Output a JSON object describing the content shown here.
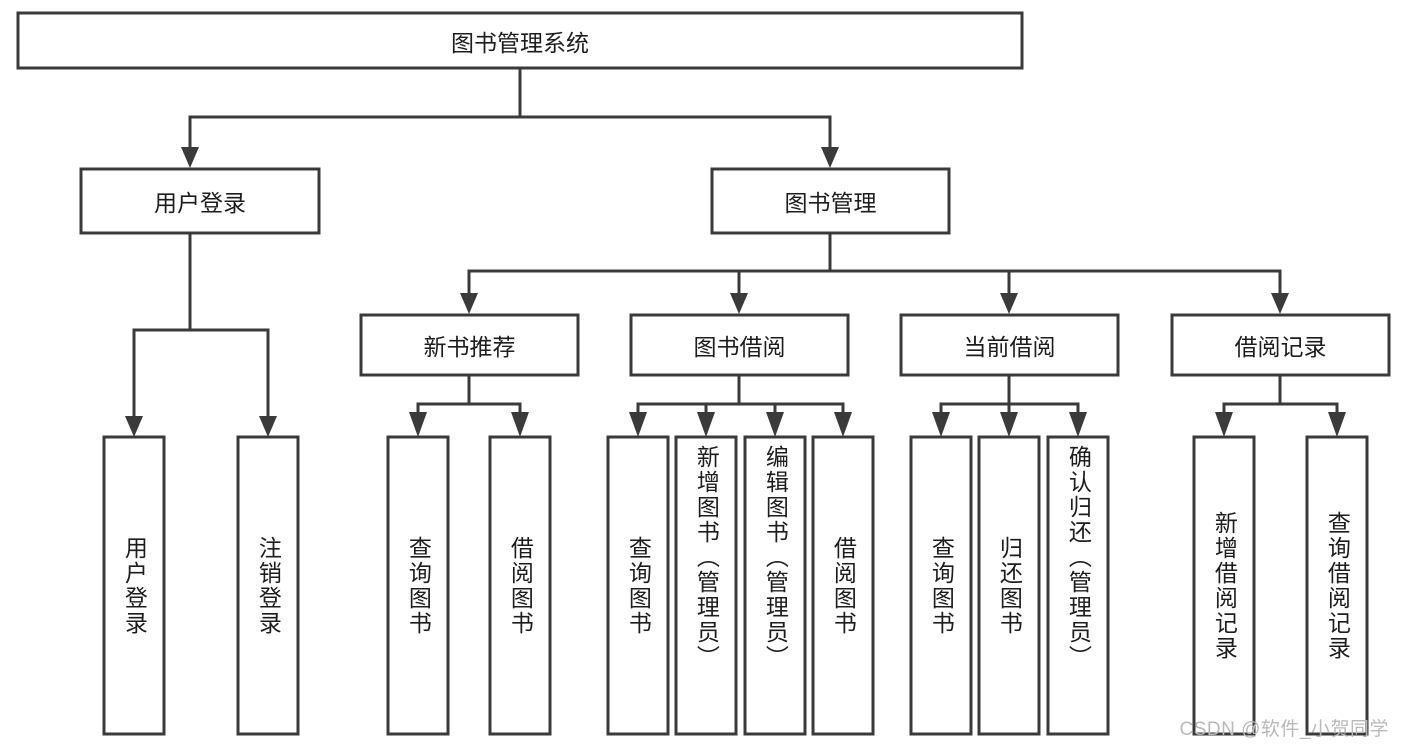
{
  "chart_data": {
    "type": "diagram",
    "diagram_kind": "hierarchy-tree",
    "title": "图书管理系统",
    "orientation": "top-down",
    "levels": 4,
    "colors": {
      "box_fill": "#ffffff",
      "box_stroke": "#3a3a3a",
      "connector": "#3a3a3a",
      "text": "#1d1d1d",
      "watermark": "#b9b9b9",
      "background": "#ffffff"
    },
    "nodes": [
      {
        "id": "root",
        "label": "图书管理系统",
        "level": 0,
        "parent": null,
        "text_orientation": "horizontal"
      },
      {
        "id": "n-login",
        "label": "用户登录",
        "level": 1,
        "parent": "root",
        "text_orientation": "horizontal"
      },
      {
        "id": "n-bookmgmt",
        "label": "图书管理",
        "level": 1,
        "parent": "root",
        "text_orientation": "horizontal"
      },
      {
        "id": "n-newbook",
        "label": "新书推荐",
        "level": 2,
        "parent": "n-bookmgmt",
        "text_orientation": "horizontal"
      },
      {
        "id": "n-borrow",
        "label": "图书借阅",
        "level": 2,
        "parent": "n-bookmgmt",
        "text_orientation": "horizontal"
      },
      {
        "id": "n-current",
        "label": "当前借阅",
        "level": 2,
        "parent": "n-bookmgmt",
        "text_orientation": "horizontal"
      },
      {
        "id": "n-records",
        "label": "借阅记录",
        "level": 2,
        "parent": "n-bookmgmt",
        "text_orientation": "horizontal"
      },
      {
        "id": "l-user-login",
        "label": "用户登录",
        "level": 3,
        "parent": "n-login",
        "text_orientation": "vertical"
      },
      {
        "id": "l-user-logout",
        "label": "注销登录",
        "level": 3,
        "parent": "n-login",
        "text_orientation": "vertical"
      },
      {
        "id": "l-new-query",
        "label": "查询图书",
        "level": 3,
        "parent": "n-newbook",
        "text_orientation": "vertical"
      },
      {
        "id": "l-new-borrow",
        "label": "借阅图书",
        "level": 3,
        "parent": "n-newbook",
        "text_orientation": "vertical"
      },
      {
        "id": "l-bor-query",
        "label": "查询图书",
        "level": 3,
        "parent": "n-borrow",
        "text_orientation": "vertical"
      },
      {
        "id": "l-bor-add",
        "label": "新增图书（管理员）",
        "level": 3,
        "parent": "n-borrow",
        "text_orientation": "vertical"
      },
      {
        "id": "l-bor-edit",
        "label": "编辑图书（管理员）",
        "level": 3,
        "parent": "n-borrow",
        "text_orientation": "vertical"
      },
      {
        "id": "l-bor-borrow",
        "label": "借阅图书",
        "level": 3,
        "parent": "n-borrow",
        "text_orientation": "vertical"
      },
      {
        "id": "l-cur-query",
        "label": "查询图书",
        "level": 3,
        "parent": "n-current",
        "text_orientation": "vertical"
      },
      {
        "id": "l-cur-return",
        "label": "归还图书",
        "level": 3,
        "parent": "n-current",
        "text_orientation": "vertical"
      },
      {
        "id": "l-cur-confirm",
        "label": "确认归还（管理员）",
        "level": 3,
        "parent": "n-current",
        "text_orientation": "vertical"
      },
      {
        "id": "l-rec-add",
        "label": "新增借阅记录",
        "level": 3,
        "parent": "n-records",
        "text_orientation": "vertical"
      },
      {
        "id": "l-rec-query",
        "label": "查询借阅记录",
        "level": 3,
        "parent": "n-records",
        "text_orientation": "vertical"
      }
    ],
    "edges": [
      {
        "from": "root",
        "to": "n-login"
      },
      {
        "from": "root",
        "to": "n-bookmgmt"
      },
      {
        "from": "n-bookmgmt",
        "to": "n-newbook"
      },
      {
        "from": "n-bookmgmt",
        "to": "n-borrow"
      },
      {
        "from": "n-bookmgmt",
        "to": "n-current"
      },
      {
        "from": "n-bookmgmt",
        "to": "n-records"
      },
      {
        "from": "n-login",
        "to": "l-user-login"
      },
      {
        "from": "n-login",
        "to": "l-user-logout"
      },
      {
        "from": "n-newbook",
        "to": "l-new-query"
      },
      {
        "from": "n-newbook",
        "to": "l-new-borrow"
      },
      {
        "from": "n-borrow",
        "to": "l-bor-query"
      },
      {
        "from": "n-borrow",
        "to": "l-bor-add"
      },
      {
        "from": "n-borrow",
        "to": "l-bor-edit"
      },
      {
        "from": "n-borrow",
        "to": "l-bor-borrow"
      },
      {
        "from": "n-current",
        "to": "l-cur-query"
      },
      {
        "from": "n-current",
        "to": "l-cur-return"
      },
      {
        "from": "n-current",
        "to": "l-cur-confirm"
      },
      {
        "from": "n-records",
        "to": "l-rec-add"
      },
      {
        "from": "n-records",
        "to": "l-rec-query"
      }
    ]
  },
  "labels": {
    "root": "图书管理系统",
    "login": "用户登录",
    "bookmgmt": "图书管理",
    "newbook": "新书推荐",
    "borrow": "图书借阅",
    "current": "当前借阅",
    "records": "借阅记录",
    "leaf_user_login": "用户登录",
    "leaf_user_logout": "注销登录",
    "leaf_new_query": "查询图书",
    "leaf_new_borrow": "借阅图书",
    "leaf_bor_query": "查询图书",
    "leaf_bor_add": "新增图书（管理员）",
    "leaf_bor_edit": "编辑图书（管理员）",
    "leaf_bor_borrow": "借阅图书",
    "leaf_cur_query": "查询图书",
    "leaf_cur_return": "归还图书",
    "leaf_cur_confirm": "确认归还（管理员）",
    "leaf_rec_add": "新增借阅记录",
    "leaf_rec_query": "查询借阅记录"
  },
  "watermark": {
    "text": "CSDN @软件_小贺同学"
  }
}
